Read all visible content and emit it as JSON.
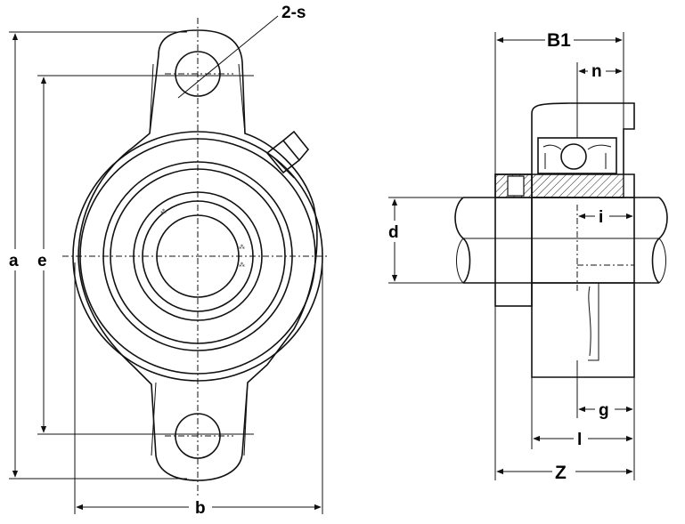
{
  "labels": {
    "a": "a",
    "e": "e",
    "b": "b",
    "s": "2-s",
    "B1": "B1",
    "n": "n",
    "d": "d",
    "i": "i",
    "g": "g",
    "l": "l",
    "Z": "Z"
  }
}
